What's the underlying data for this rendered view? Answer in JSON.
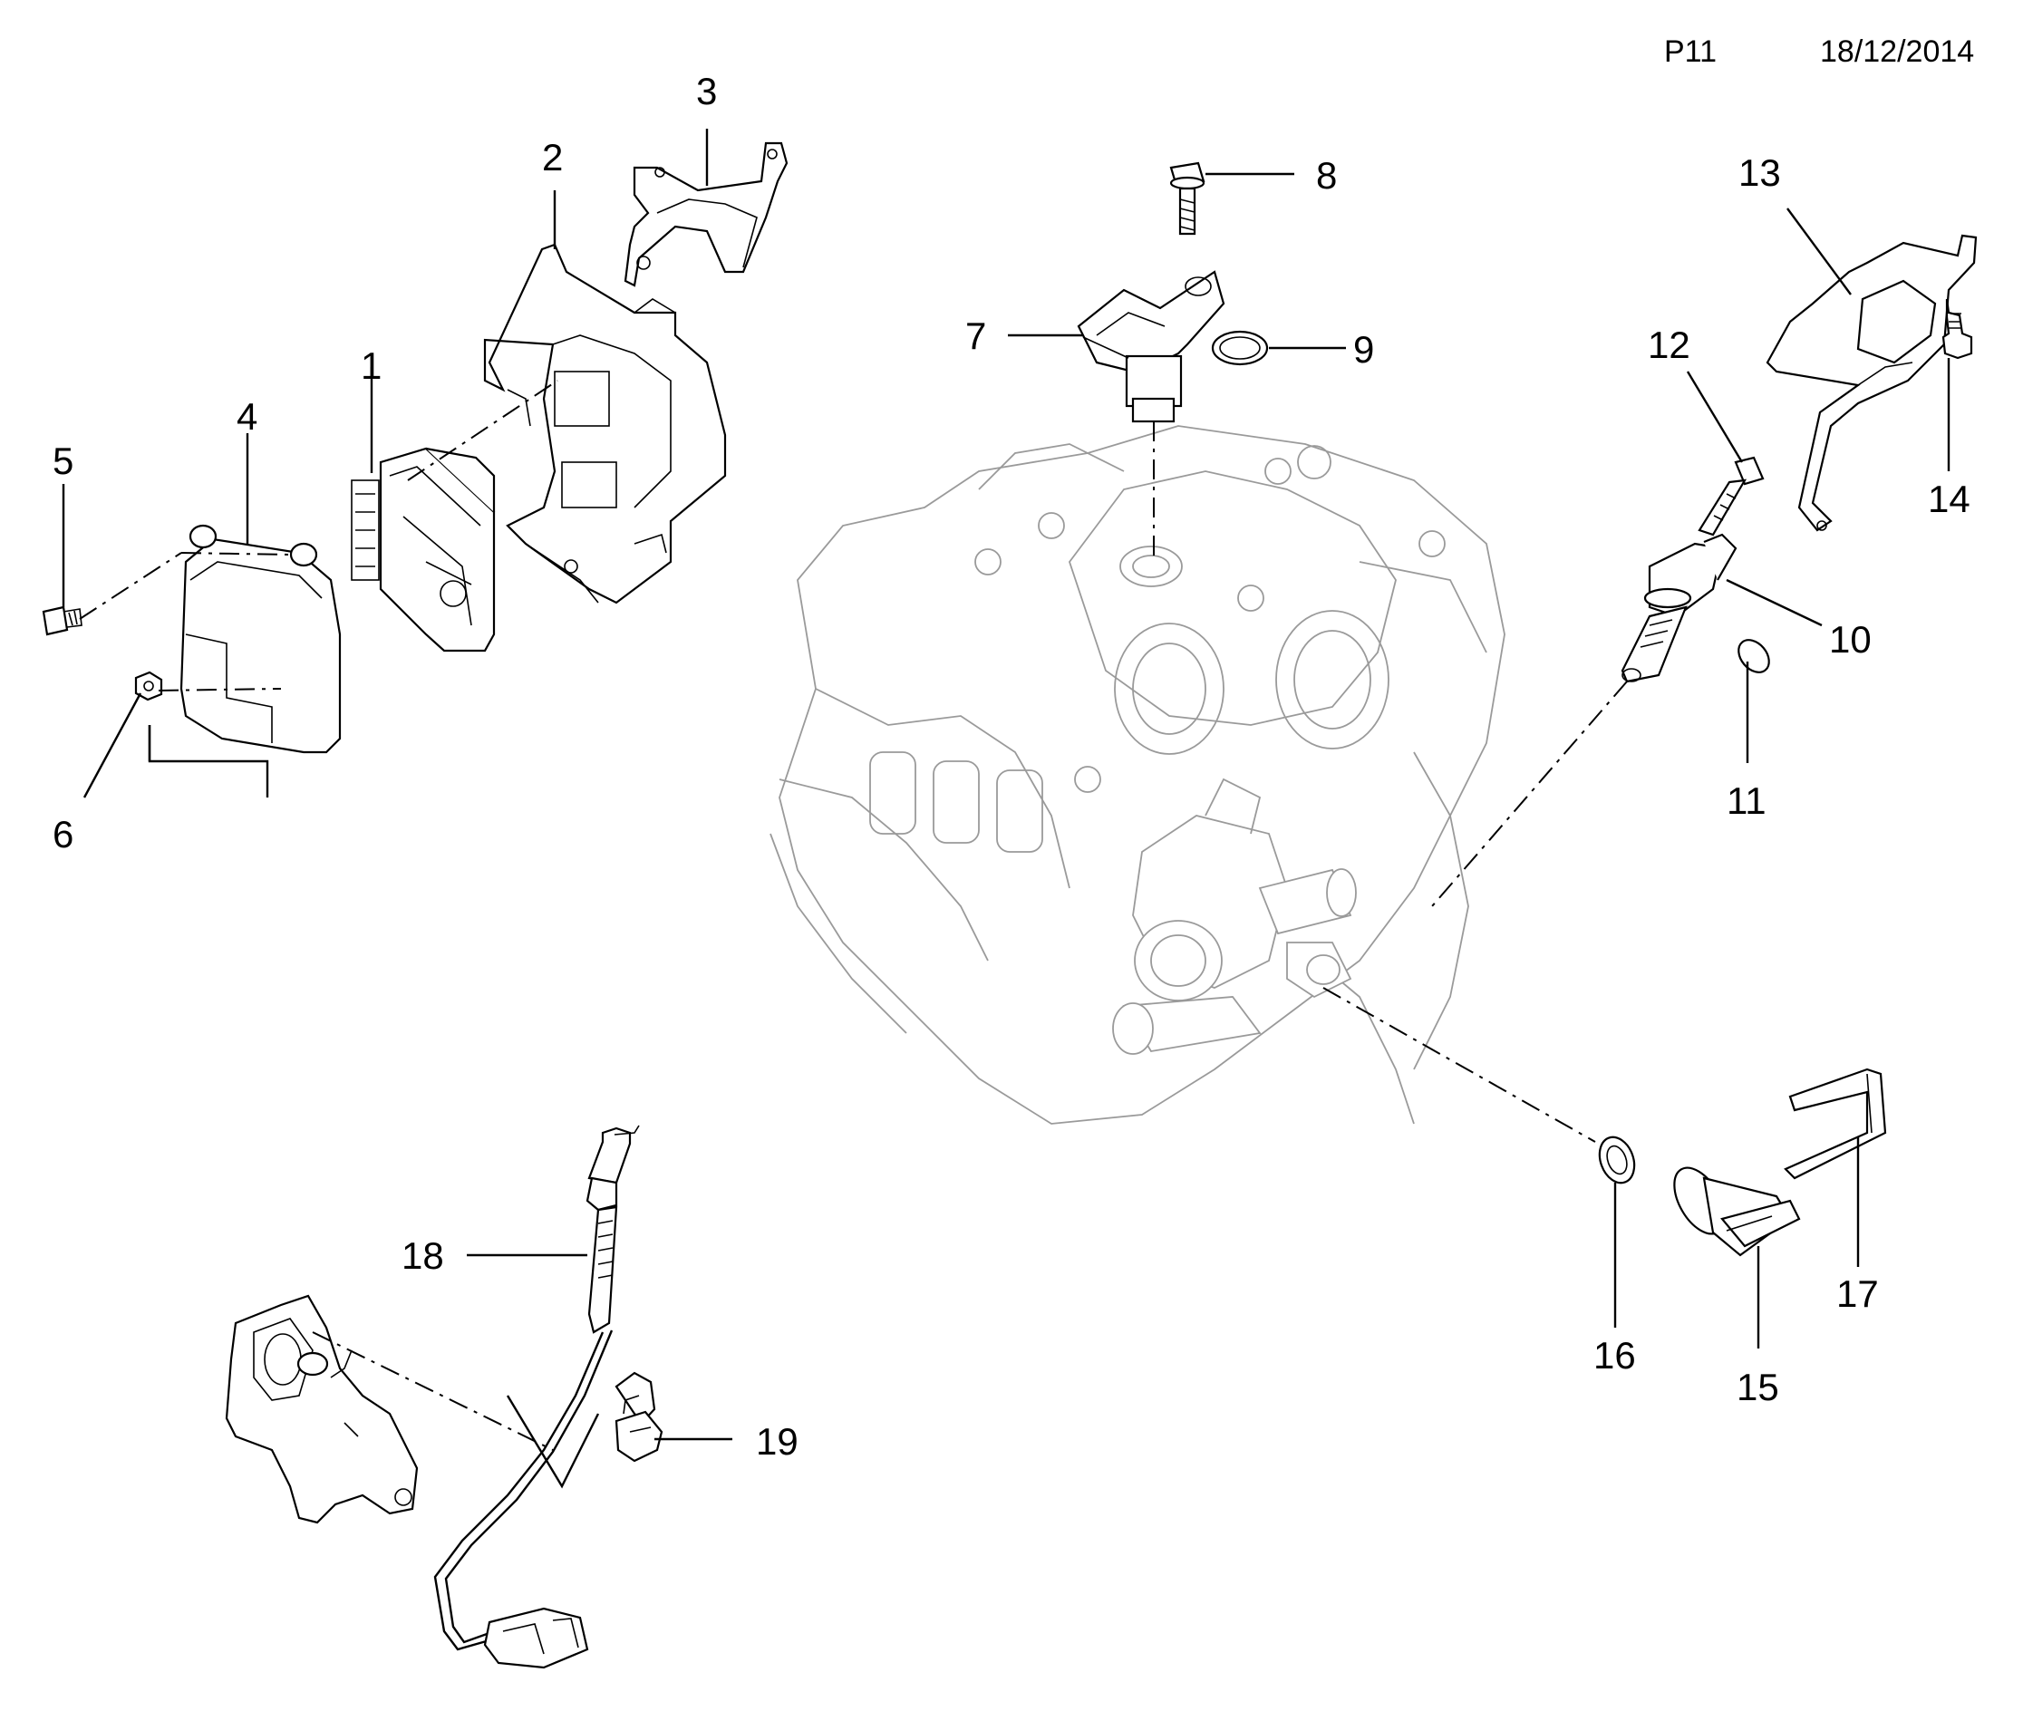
{
  "header": {
    "page_ref": "P11",
    "date": "18/12/2014"
  },
  "callouts": [
    "1",
    "2",
    "3",
    "4",
    "5",
    "6",
    "7",
    "8",
    "9",
    "10",
    "11",
    "12",
    "13",
    "14",
    "15",
    "16",
    "17",
    "18",
    "19"
  ]
}
